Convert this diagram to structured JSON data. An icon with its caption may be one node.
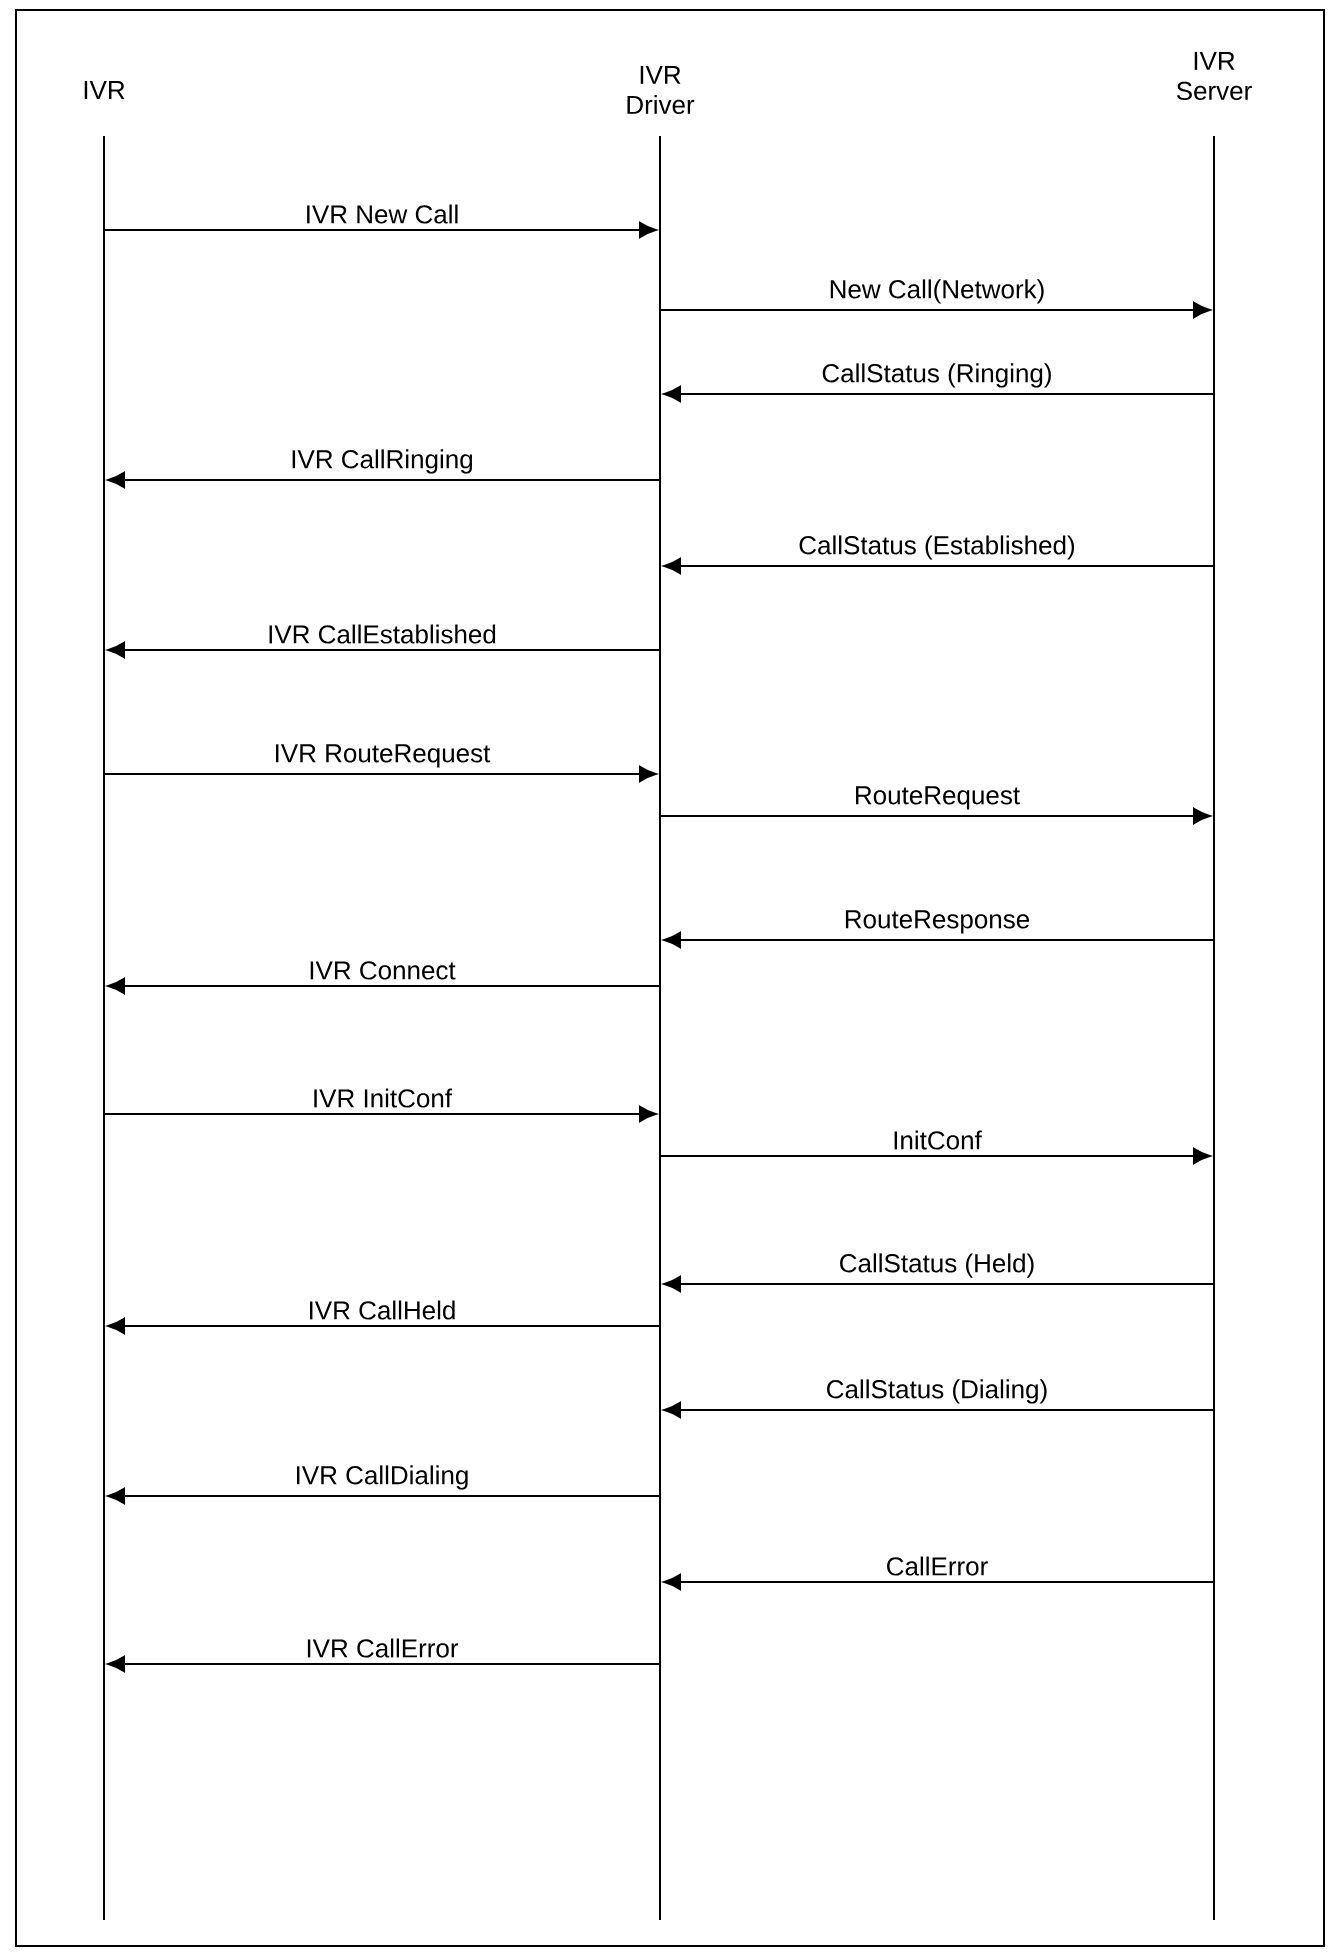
{
  "diagram": {
    "nodes": [
      {
        "text": [],
        "shape": "bar",
        "beside": [
          "IVR"
        ]
      },
      {
        "text": [],
        "shape": "bar",
        "beside": [
          "IVR Driver"
        ]
      },
      {
        "text": [],
        "shape": "bar",
        "beside": [
          "IVR Server"
        ]
      }
    ],
    "edges": [
      {
        "from": 0,
        "to": 1,
        "arrow": "to",
        "label": "IVR New Call"
      },
      {
        "from": 1,
        "to": 2,
        "arrow": "to",
        "label": "New Call(Network)"
      },
      {
        "from": 2,
        "to": 1,
        "arrow": "to",
        "label": "CallStatus (Ringing)"
      },
      {
        "from": 1,
        "to": 0,
        "arrow": "to",
        "label": "IVR CallRinging"
      },
      {
        "from": 2,
        "to": 1,
        "arrow": "to",
        "label": "CallStatus (Established)"
      },
      {
        "from": 1,
        "to": 0,
        "arrow": "to",
        "label": "IVR CallEstablished"
      },
      {
        "from": 0,
        "to": 1,
        "arrow": "to",
        "label": "IVR RouteRequest"
      },
      {
        "from": 1,
        "to": 2,
        "arrow": "to",
        "label": "RouteRequest"
      },
      {
        "from": 2,
        "to": 1,
        "arrow": "to",
        "label": "RouteResponse"
      },
      {
        "from": 1,
        "to": 0,
        "arrow": "to",
        "label": "IVR Connect"
      },
      {
        "from": 0,
        "to": 1,
        "arrow": "to",
        "label": "IVR InitConf"
      },
      {
        "from": 1,
        "to": 2,
        "arrow": "to",
        "label": "InitConf"
      },
      {
        "from": 2,
        "to": 1,
        "arrow": "to",
        "label": "CallStatus (Held)"
      },
      {
        "from": 1,
        "to": 0,
        "arrow": "to",
        "label": "IVR CallHeld"
      },
      {
        "from": 2,
        "to": 1,
        "arrow": "to",
        "label": "CallStatus (Dialing)"
      },
      {
        "from": 1,
        "to": 0,
        "arrow": "to",
        "label": "IVR CallDialing"
      },
      {
        "from": 2,
        "to": 1,
        "arrow": "to",
        "label": "CallError"
      },
      {
        "from": 1,
        "to": 0,
        "arrow": "to",
        "label": "IVR CallError"
      }
    ]
  }
}
